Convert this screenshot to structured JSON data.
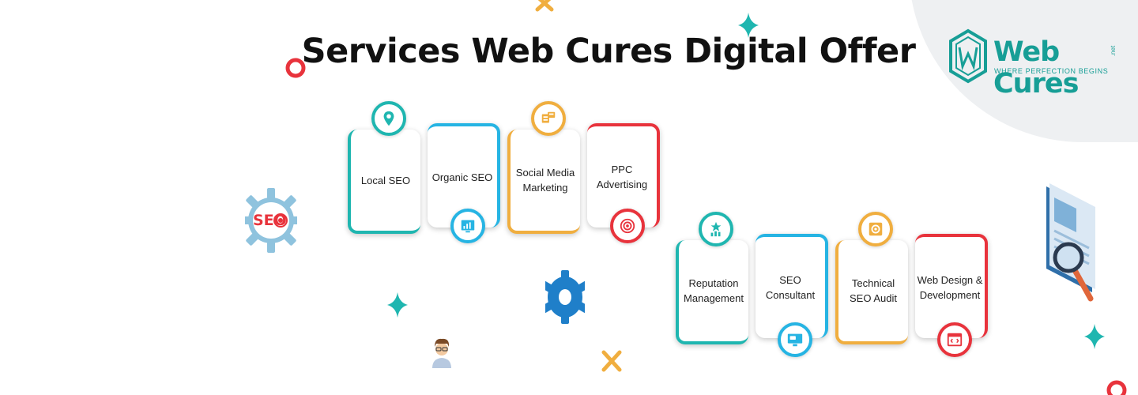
{
  "header": {
    "title": "Services Web Cures Digital Offer"
  },
  "logo": {
    "name": "Web Cures",
    "tld": ".net",
    "tagline": "WHERE PERFECTION BEGINS"
  },
  "seo_gear": {
    "label": "SEO"
  },
  "colors": {
    "teal": "#1fb6b0",
    "blue": "#26b4e3",
    "orange": "#f0ae3f",
    "red": "#e8333c",
    "brand": "#179e96"
  },
  "services": [
    {
      "label": "Local SEO",
      "icon": "location-icon"
    },
    {
      "label": "Organic SEO",
      "icon": "analytics-icon"
    },
    {
      "label": "Social Media Marketing",
      "icon": "social-share-icon"
    },
    {
      "label": "PPC Advertising",
      "icon": "ppc-target-icon"
    },
    {
      "label": "Reputation Management",
      "icon": "rating-chart-icon"
    },
    {
      "label": "SEO Consultant",
      "icon": "monitor-chat-icon"
    },
    {
      "label": "Technical SEO Audit",
      "icon": "audit-gear-icon"
    },
    {
      "label": "Web Design & Development",
      "icon": "browser-code-icon"
    }
  ]
}
